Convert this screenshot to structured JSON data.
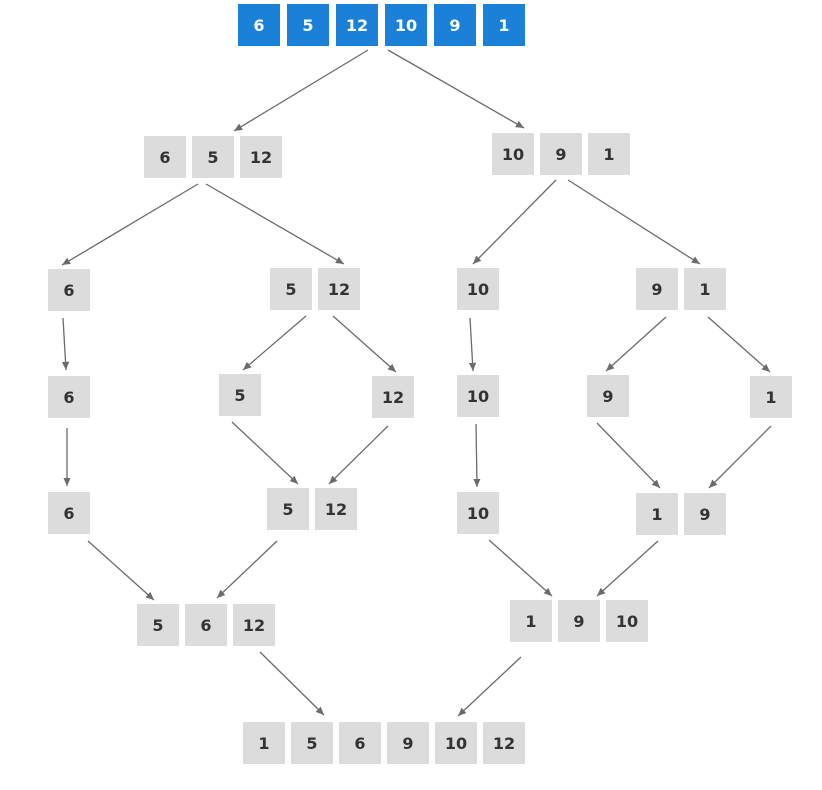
{
  "colors": {
    "input_fill": "#1a80d8",
    "input_text": "#ffffff",
    "cell_fill": "#dcdcdc",
    "cell_text": "#333333",
    "arrow": "#6b6b6b"
  },
  "input": [
    "6",
    "5",
    "12",
    "10",
    "9",
    "1"
  ],
  "split_left": [
    "6",
    "5",
    "12"
  ],
  "split_right": [
    "10",
    "9",
    "1"
  ],
  "split_l1": [
    "6"
  ],
  "split_l2": [
    "5",
    "12"
  ],
  "split_r1": [
    "10"
  ],
  "split_r2": [
    "9",
    "1"
  ],
  "single_l1": [
    "6"
  ],
  "single_l2a": [
    "5"
  ],
  "single_l2b": [
    "12"
  ],
  "single_r1": [
    "10"
  ],
  "single_r2a": [
    "9"
  ],
  "single_r2b": [
    "1"
  ],
  "merge_l1": [
    "6"
  ],
  "merge_l2": [
    "5",
    "12"
  ],
  "merge_r1": [
    "10"
  ],
  "merge_r2": [
    "1",
    "9"
  ],
  "merge_left": [
    "5",
    "6",
    "12"
  ],
  "merge_right": [
    "1",
    "9",
    "10"
  ],
  "output": [
    "1",
    "5",
    "6",
    "9",
    "10",
    "12"
  ]
}
